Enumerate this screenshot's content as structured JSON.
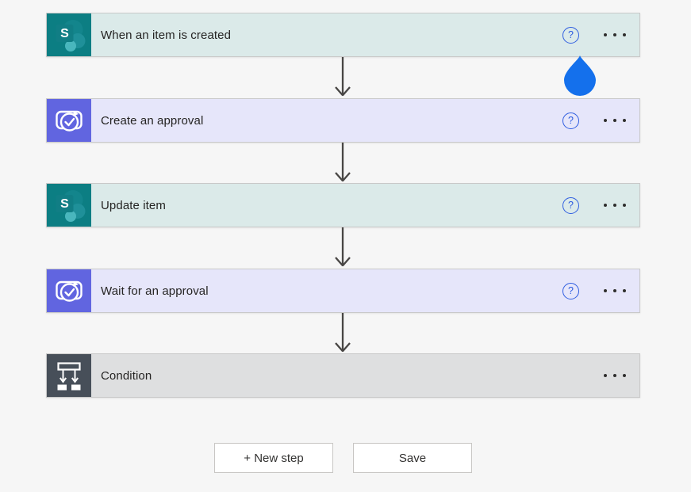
{
  "app": {
    "name": "Power Automate flow designer"
  },
  "canvas": {
    "background": "#f6f6f6"
  },
  "steps": [
    {
      "label": "When an item is created",
      "connector": "SharePoint",
      "icon": "sharepoint-icon",
      "card_bg": "#dbeae9",
      "icon_bg": "#0c7e83",
      "has_help": true,
      "has_more": true
    },
    {
      "label": "Create an approval",
      "connector": "Approvals",
      "icon": "approvals-icon",
      "card_bg": "#e6e6fa",
      "icon_bg": "#6165e0",
      "has_help": true,
      "has_more": true
    },
    {
      "label": "Update item",
      "connector": "SharePoint",
      "icon": "sharepoint-icon",
      "card_bg": "#dbeae9",
      "icon_bg": "#0c7e83",
      "has_help": true,
      "has_more": true
    },
    {
      "label": "Wait for an approval",
      "connector": "Approvals",
      "icon": "approvals-icon",
      "card_bg": "#e6e6fa",
      "icon_bg": "#6165e0",
      "has_help": true,
      "has_more": true
    },
    {
      "label": "Condition",
      "connector": "Control",
      "icon": "condition-icon",
      "card_bg": "#dedfe0",
      "icon_bg": "#474f59",
      "has_help": false,
      "has_more": true
    }
  ],
  "icons": {
    "help_glyph": "?",
    "more_actions": "ellipsis-horizontal",
    "sharepoint_letter": "S"
  },
  "footer": {
    "new_step_label": "+ New step",
    "save_label": "Save"
  },
  "touch_indicator": {
    "shape": "water-drop",
    "color": "#1470ec"
  },
  "colors": {
    "arrow": "#484644",
    "help_accent": "#2d5ce0",
    "step_text": "#252423",
    "card_border": "#c9c9c9",
    "button_border": "#c8c6c4"
  }
}
